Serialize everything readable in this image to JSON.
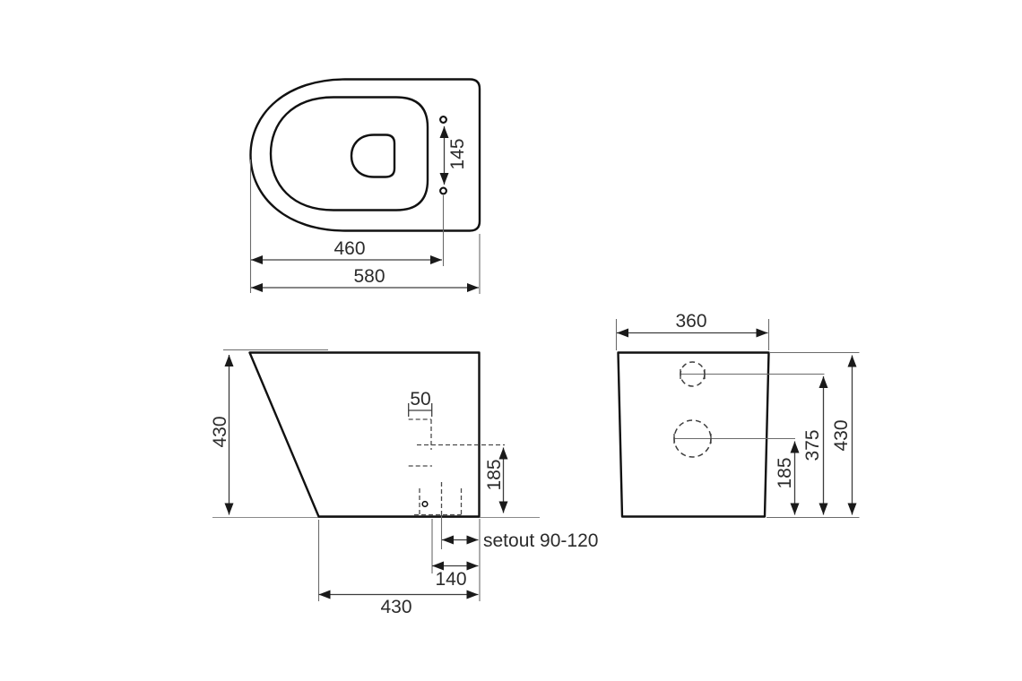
{
  "drawing": {
    "plan_view": {
      "overall_length": "580",
      "bolt_hole_length": "460",
      "bolt_hole_spacing": "145"
    },
    "side_view": {
      "height": "430",
      "inlet_width": "50",
      "outlet_height": "185",
      "setout_label": "setout 90-120",
      "outlet_offset": "140",
      "base_depth": "430"
    },
    "rear_view": {
      "width": "360",
      "inlet_height": "375",
      "height": "430",
      "outlet_height": "185"
    },
    "colors": {
      "outline": "#111111",
      "dimension": "#3d3d3d",
      "background": "#ffffff"
    }
  }
}
